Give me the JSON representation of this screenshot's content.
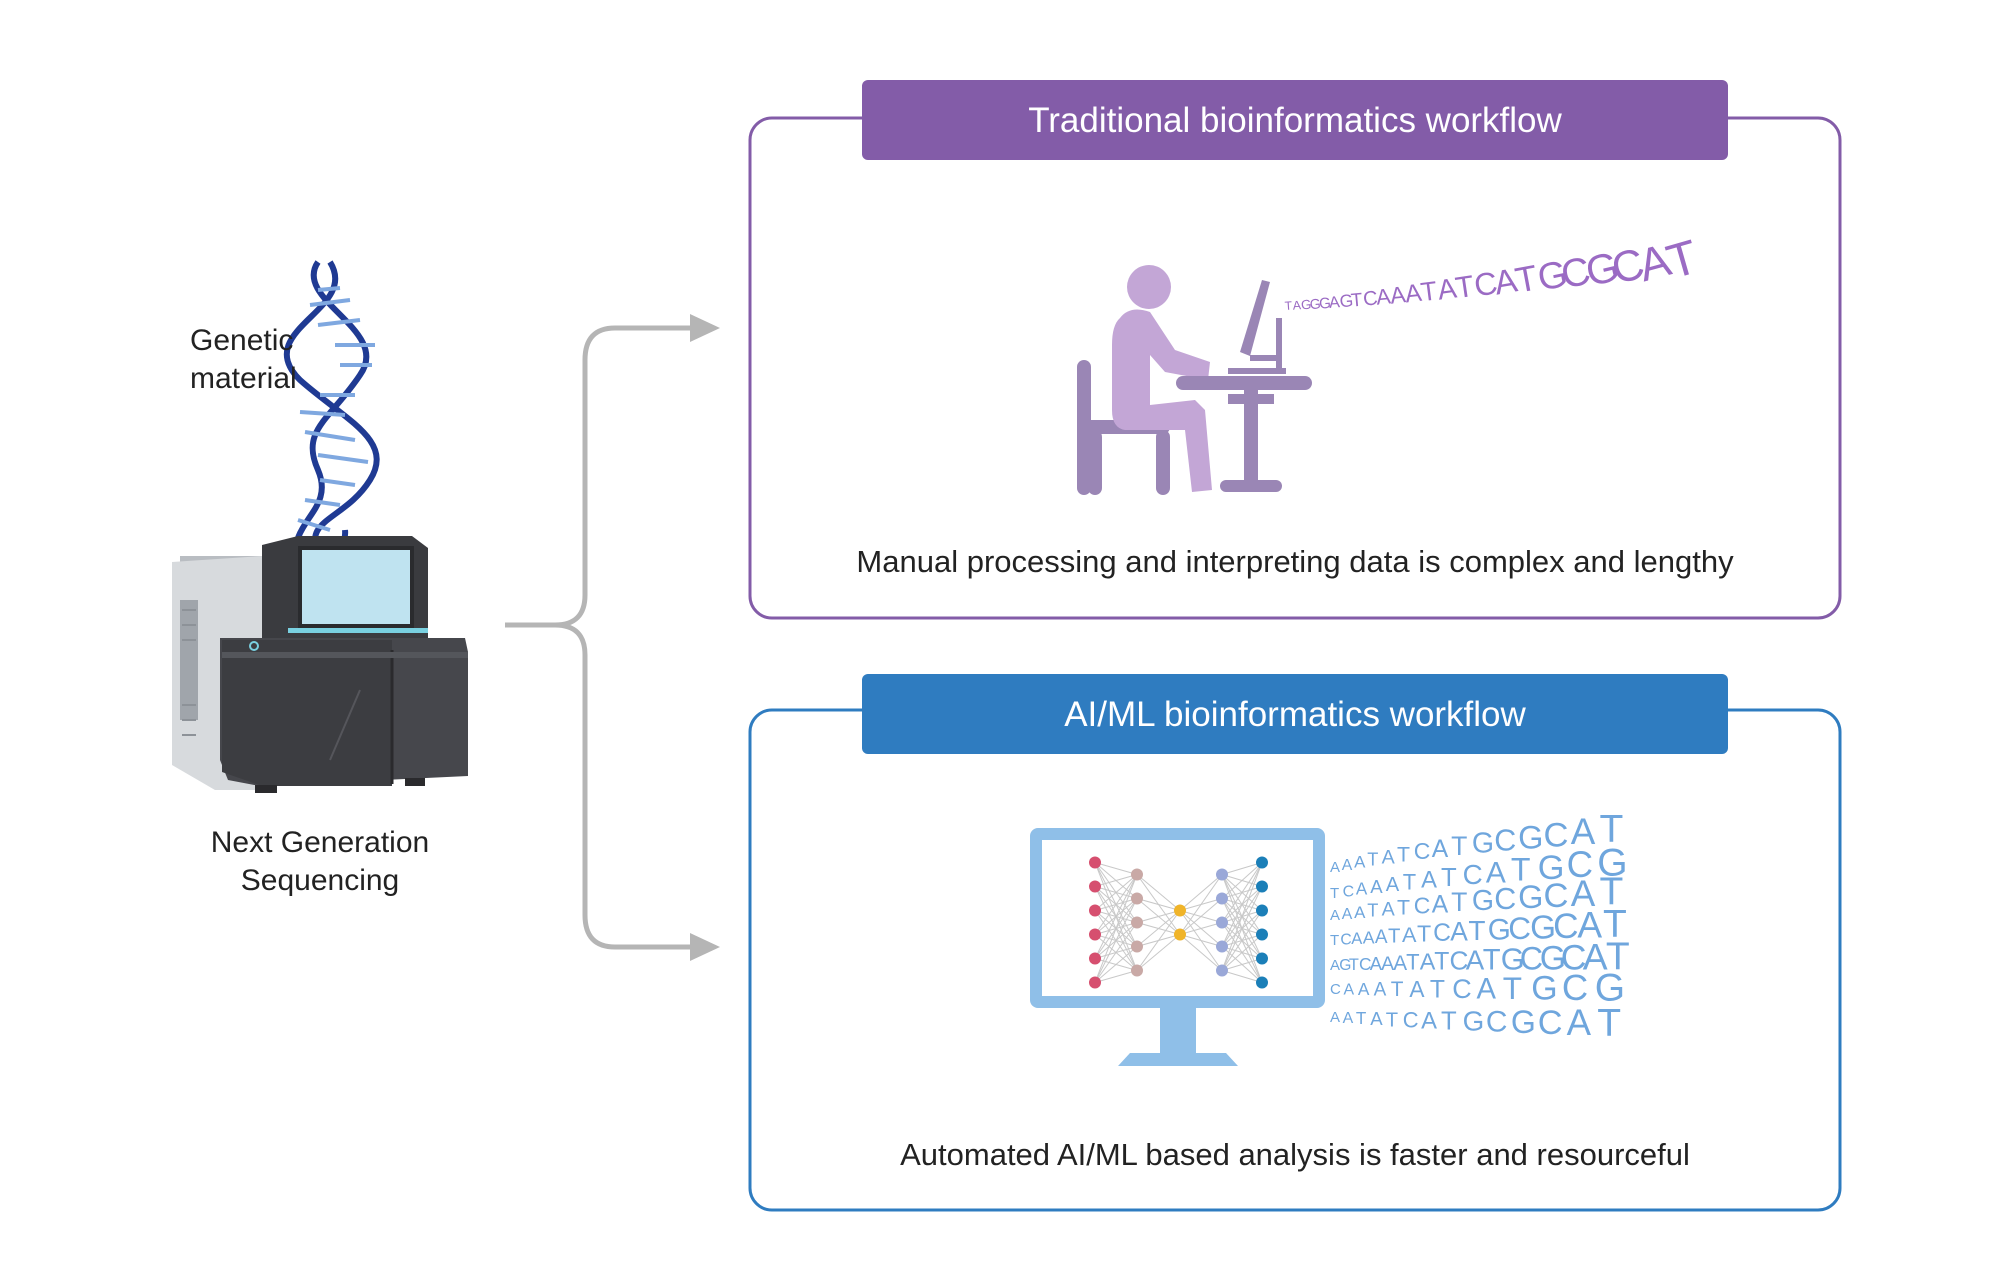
{
  "labels": {
    "genetic_material_line1": "Genetic",
    "genetic_material_line2": "material",
    "ngs_line1": "Next Generation",
    "ngs_line2": "Sequencing"
  },
  "panels": {
    "traditional": {
      "title": "Traditional bioinformatics workflow",
      "caption": "Manual processing and interpreting data is complex and lengthy",
      "sequence": "TAGGGAGTCAAATATCATGCGCAT",
      "color": "#835ca8",
      "sequence_color": "#9b6bc4"
    },
    "aiml": {
      "title": "AI/ML bioinformatics workflow",
      "caption": "Automated AI/ML based analysis is faster and resourceful",
      "sequences": [
        "AAATATCATGCGCAT",
        "TCAAATATCATGCG",
        "AAATATCATGCGCAT",
        "TCAAATATCATGCGCAT",
        "AGTCAAATATCATGCGCAT",
        "CAAATATCATGCG",
        "AATATCATGCGCAT"
      ],
      "color": "#2f7cc0",
      "sequence_color": "#6fa6dd"
    }
  },
  "colors": {
    "connector": "#b5b5b5",
    "dna": "#1f3a93",
    "person": "#c3a6d6",
    "furniture": "#9a86b5"
  }
}
